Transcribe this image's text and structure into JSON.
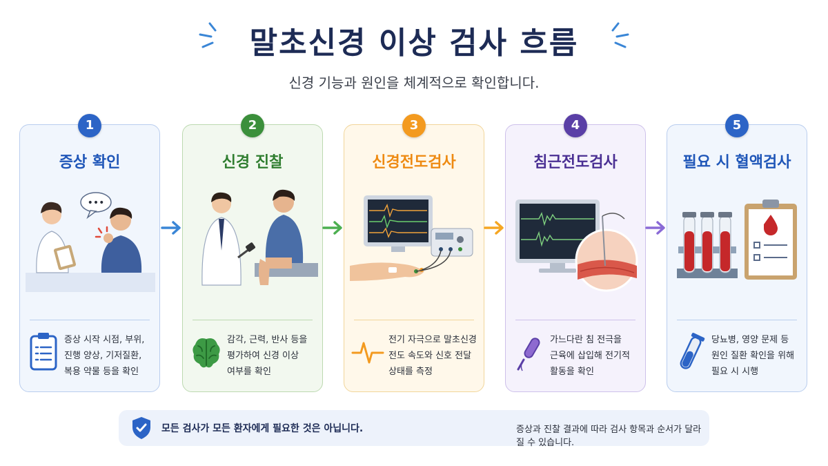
{
  "title": "말초신경 이상 검사 흐름",
  "subtitle": "신경 기능과 원인을 체계적으로 확인합니다.",
  "steps": [
    {
      "number": "1",
      "title": "증상 확인",
      "desc": [
        "증상 시작 시점, 부위,",
        "진행 양상, 기저질환,",
        "복용 약물 등을 확인"
      ],
      "speech": "•••",
      "color": "#2c64c6"
    },
    {
      "number": "2",
      "title": "신경 진찰",
      "desc": [
        "감각, 근력, 반사 등을",
        "평가하여 신경 이상",
        "여부를 확인"
      ],
      "color": "#3b8f3b"
    },
    {
      "number": "3",
      "title": "신경전도검사",
      "desc": [
        "전기 자극으로 말초신경",
        "전도 속도와 신호 전달",
        "상태를 측정"
      ],
      "color": "#f39a1f"
    },
    {
      "number": "4",
      "title": "침근전도검사",
      "desc": [
        "가느다란 침 전극을",
        "근육에 삽입해 전기적",
        "활동을 확인"
      ],
      "color": "#5a3fa6"
    },
    {
      "number": "5",
      "title": "필요 시 혈액검사",
      "desc": [
        "당뇨병, 영양 문제 등",
        "원인 질환 확인을 위해",
        "필요 시 시행"
      ],
      "color": "#2c64c6"
    }
  ],
  "note": {
    "strong": "모든 검사가 모든 환자에게 필요한 것은 아닙니다.",
    "rest": "증상과 진찰 결과에 따라 검사 항목과 순서가 달라질 수 있습니다."
  }
}
